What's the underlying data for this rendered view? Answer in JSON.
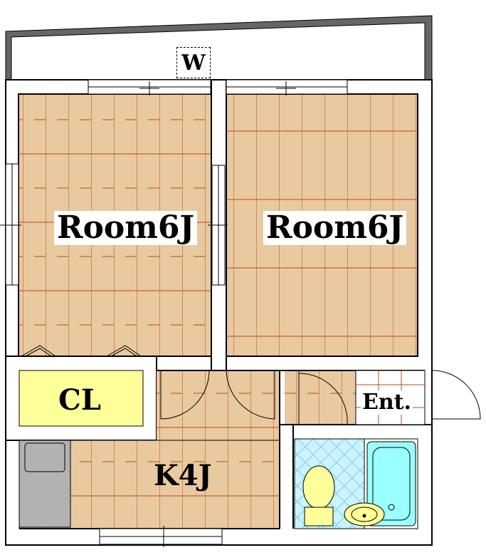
{
  "labels": {
    "room_left": "Room6J",
    "room_right": "Room6J",
    "closet": "CL",
    "kitchen": "K4J",
    "entrance": "Ent.",
    "balcony": "W"
  },
  "colors": {
    "wood": "#e8c9a0",
    "wood_line": "#c0481b",
    "closet": "#ffff99",
    "bath_tile": "#ccf3ff",
    "tub": "#99ffff",
    "toilet": "#ffff99",
    "wall": "#000000",
    "balcony_wall": "#666666",
    "counter": "#b2b2b2"
  }
}
